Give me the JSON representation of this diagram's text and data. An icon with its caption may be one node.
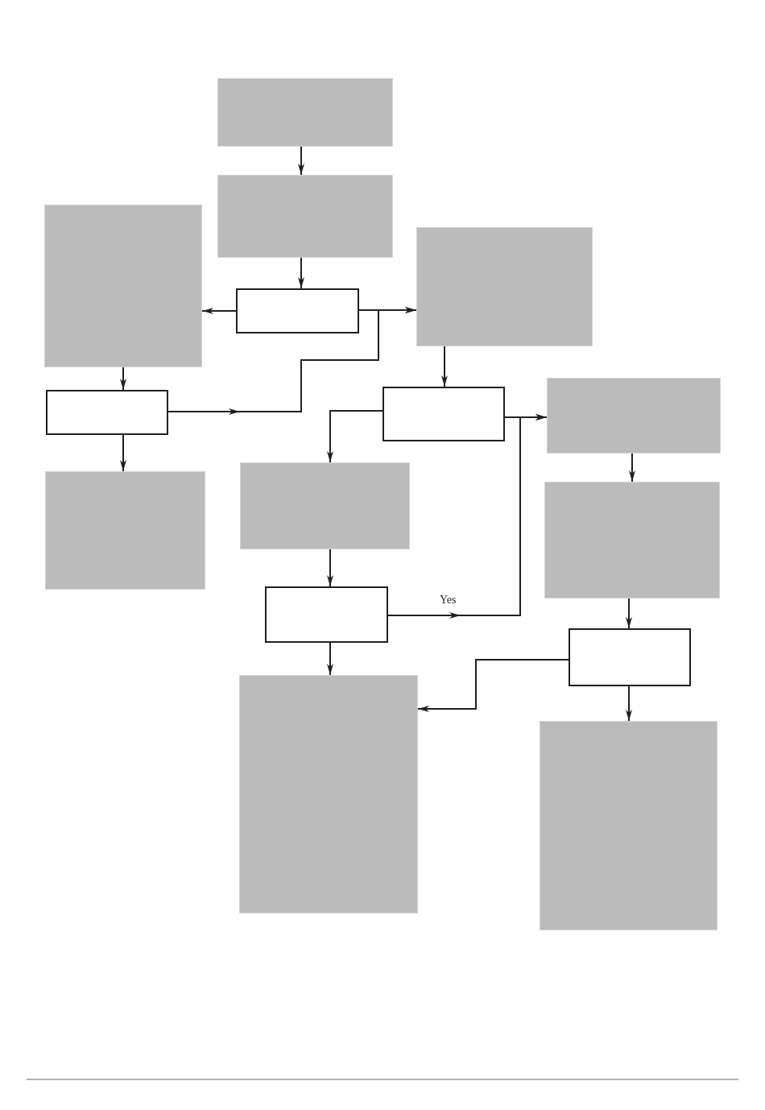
{
  "diagram": {
    "nodes": [
      {
        "text": [],
        "shape": "block"
      },
      {
        "text": [],
        "shape": "block"
      },
      {
        "text": [],
        "shape": "block"
      },
      {
        "text": [],
        "shape": "box"
      },
      {
        "text": [],
        "shape": "block"
      },
      {
        "text": [],
        "shape": "box"
      },
      {
        "text": [],
        "shape": "box"
      },
      {
        "text": [],
        "shape": "block"
      },
      {
        "text": [],
        "shape": "block"
      },
      {
        "text": [],
        "shape": "block"
      },
      {
        "text": [],
        "shape": "block"
      },
      {
        "text": [],
        "shape": "box"
      },
      {
        "text": [],
        "shape": "box"
      },
      {
        "text": [],
        "shape": "block"
      },
      {
        "text": [],
        "shape": "block"
      }
    ],
    "edges": [
      {
        "from": 0,
        "to": 1,
        "arrow": "to"
      },
      {
        "from": 1,
        "to": 3,
        "arrow": "to"
      },
      {
        "from": 3,
        "to": 2,
        "arrow": "to"
      },
      {
        "from": 3,
        "to": 4,
        "arrow": "to"
      },
      {
        "from": 2,
        "to": 5,
        "arrow": "to"
      },
      {
        "from": 5,
        "to": 8,
        "arrow": "to"
      },
      {
        "from": 5,
        "to": 4,
        "arrow": "to"
      },
      {
        "from": 4,
        "to": 6,
        "arrow": "to"
      },
      {
        "from": 6,
        "to": 9,
        "arrow": "to"
      },
      {
        "from": 6,
        "to": 7,
        "arrow": "to"
      },
      {
        "from": 11,
        "to": 7,
        "arrow": "to",
        "label": "Yes"
      },
      {
        "from": 9,
        "to": 11,
        "arrow": "to"
      },
      {
        "from": 11,
        "to": 13,
        "arrow": "to"
      },
      {
        "from": 7,
        "to": 10,
        "arrow": "to"
      },
      {
        "from": 10,
        "to": 12,
        "arrow": "to"
      },
      {
        "from": 12,
        "to": 13,
        "arrow": "to"
      },
      {
        "from": 12,
        "to": 14,
        "arrow": "to"
      }
    ]
  }
}
